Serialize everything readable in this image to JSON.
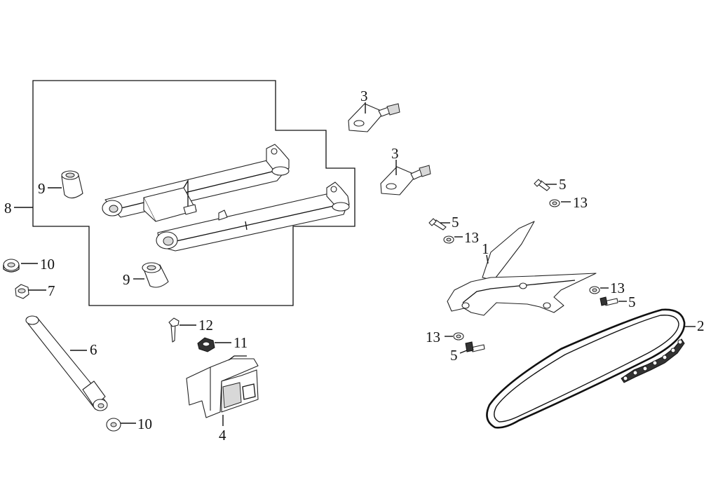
{
  "diagram": {
    "callouts": {
      "c1": "1",
      "c2": "2",
      "c3a": "3",
      "c3b": "3",
      "c4": "4",
      "c5a": "5",
      "c5b": "5",
      "c5c": "5",
      "c5d": "5",
      "c6": "6",
      "c7": "7",
      "c8": "8",
      "c9a": "9",
      "c9b": "9",
      "c10a": "10",
      "c10b": "10",
      "c11": "11",
      "c12": "12",
      "c13a": "13",
      "c13b": "13",
      "c13c": "13",
      "c13d": "13"
    },
    "colors": {
      "line": "#111111",
      "background": "#ffffff"
    }
  }
}
